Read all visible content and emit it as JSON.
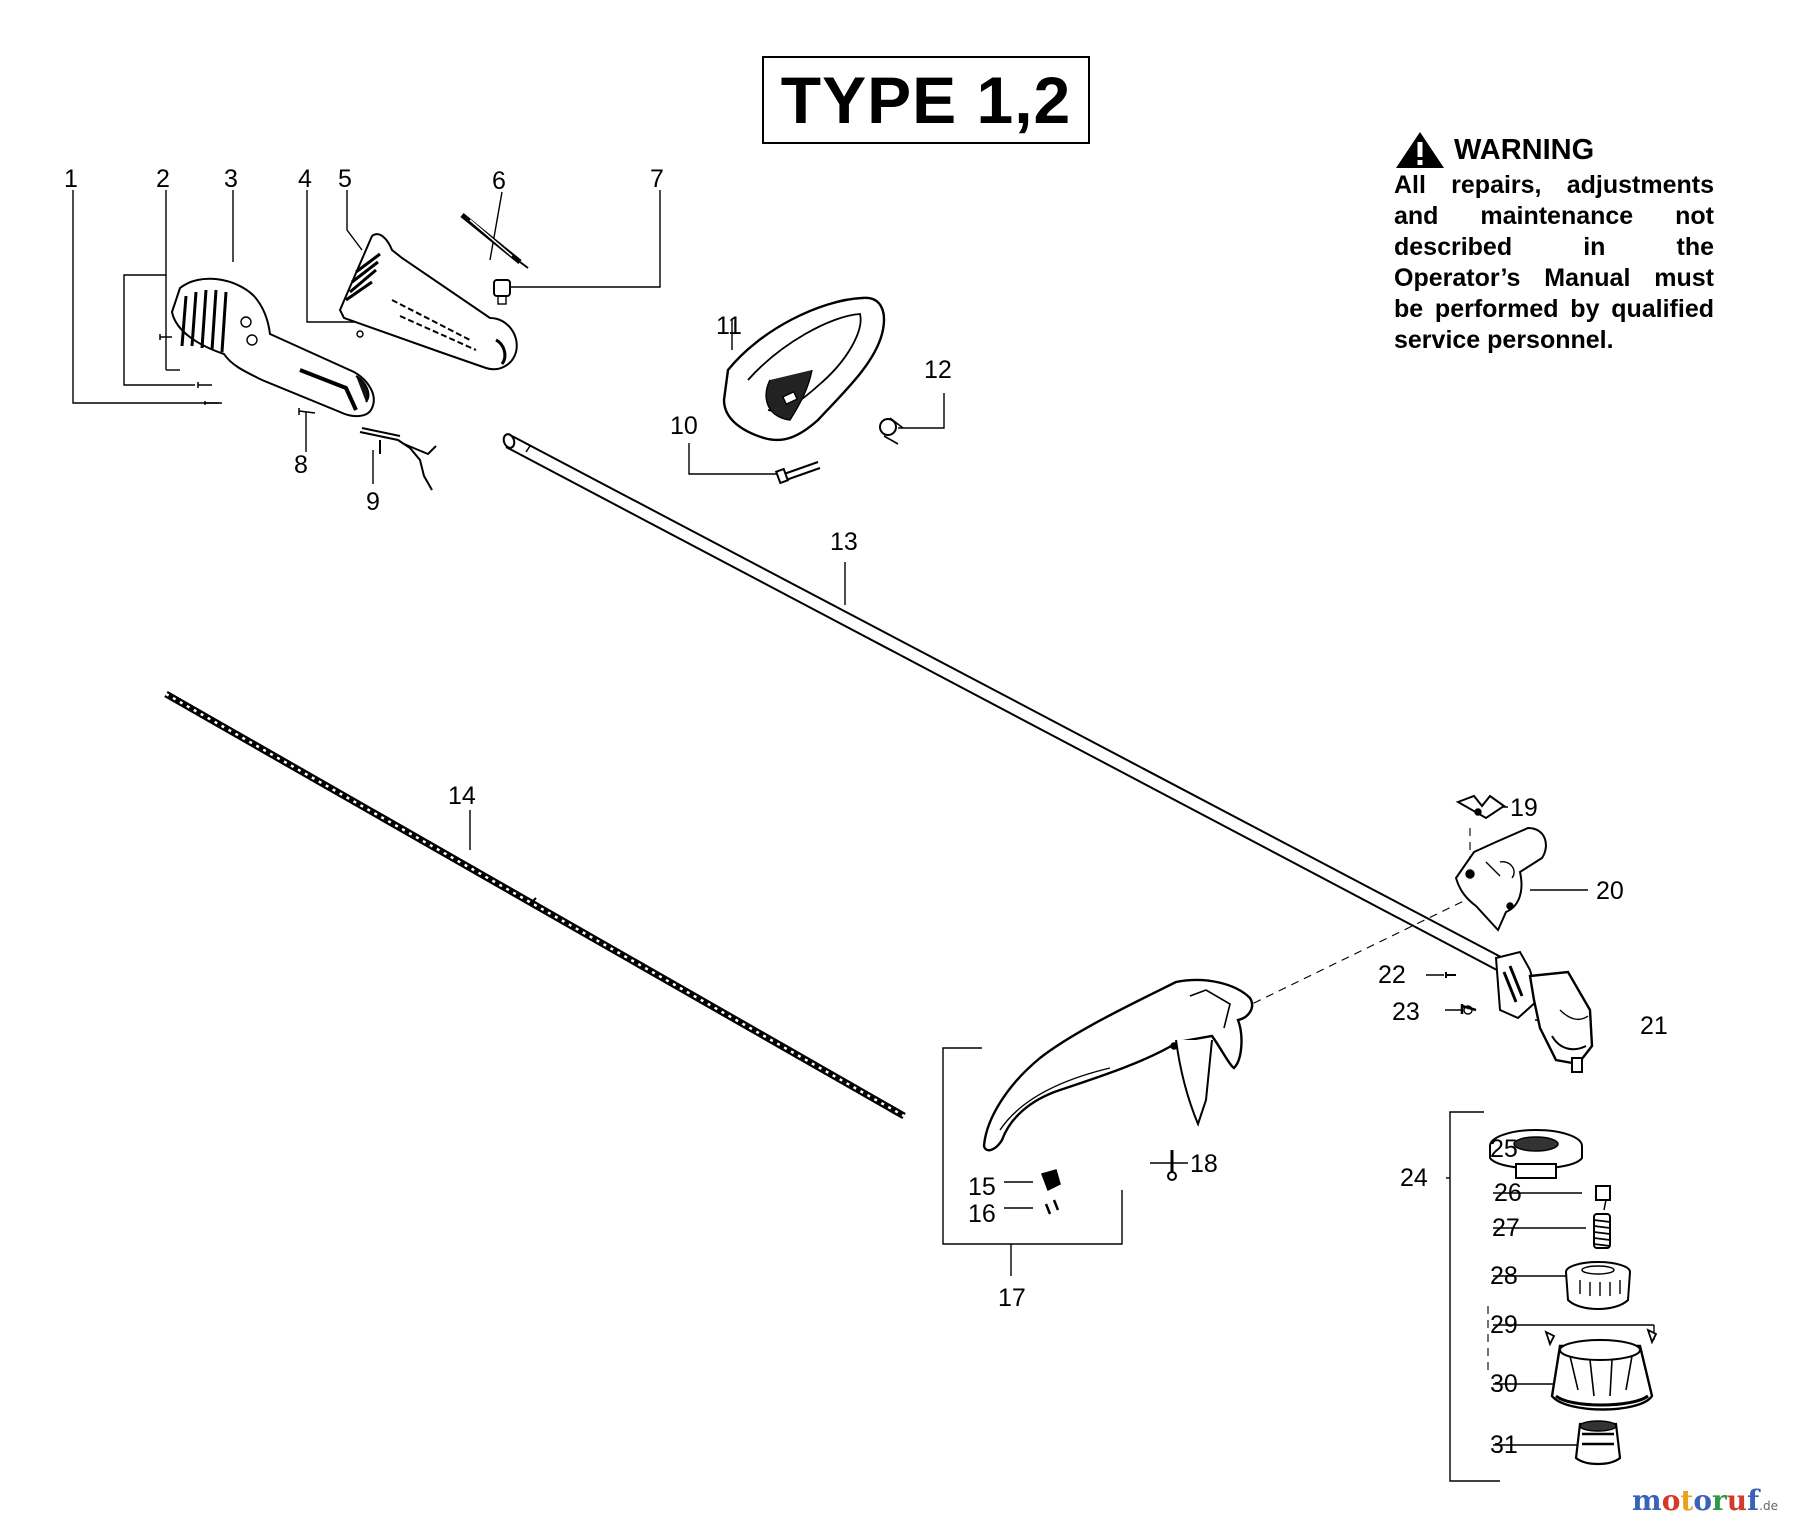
{
  "title": "TYPE 1,2",
  "warning": {
    "heading": "WARNING",
    "text": "All repairs, adjustments and maintenance not described in the Operator’s Manual must be performed by qualified service personnel."
  },
  "callouts": [
    "1",
    "2",
    "3",
    "4",
    "5",
    "6",
    "7",
    "8",
    "9",
    "10",
    "11",
    "12",
    "13",
    "14",
    "15",
    "16",
    "17",
    "18",
    "19",
    "20",
    "21",
    "22",
    "23",
    "24",
    "25",
    "26",
    "27",
    "28",
    "29",
    "30",
    "31"
  ],
  "watermark": {
    "text": "motoruf",
    "suffix": ".de"
  }
}
